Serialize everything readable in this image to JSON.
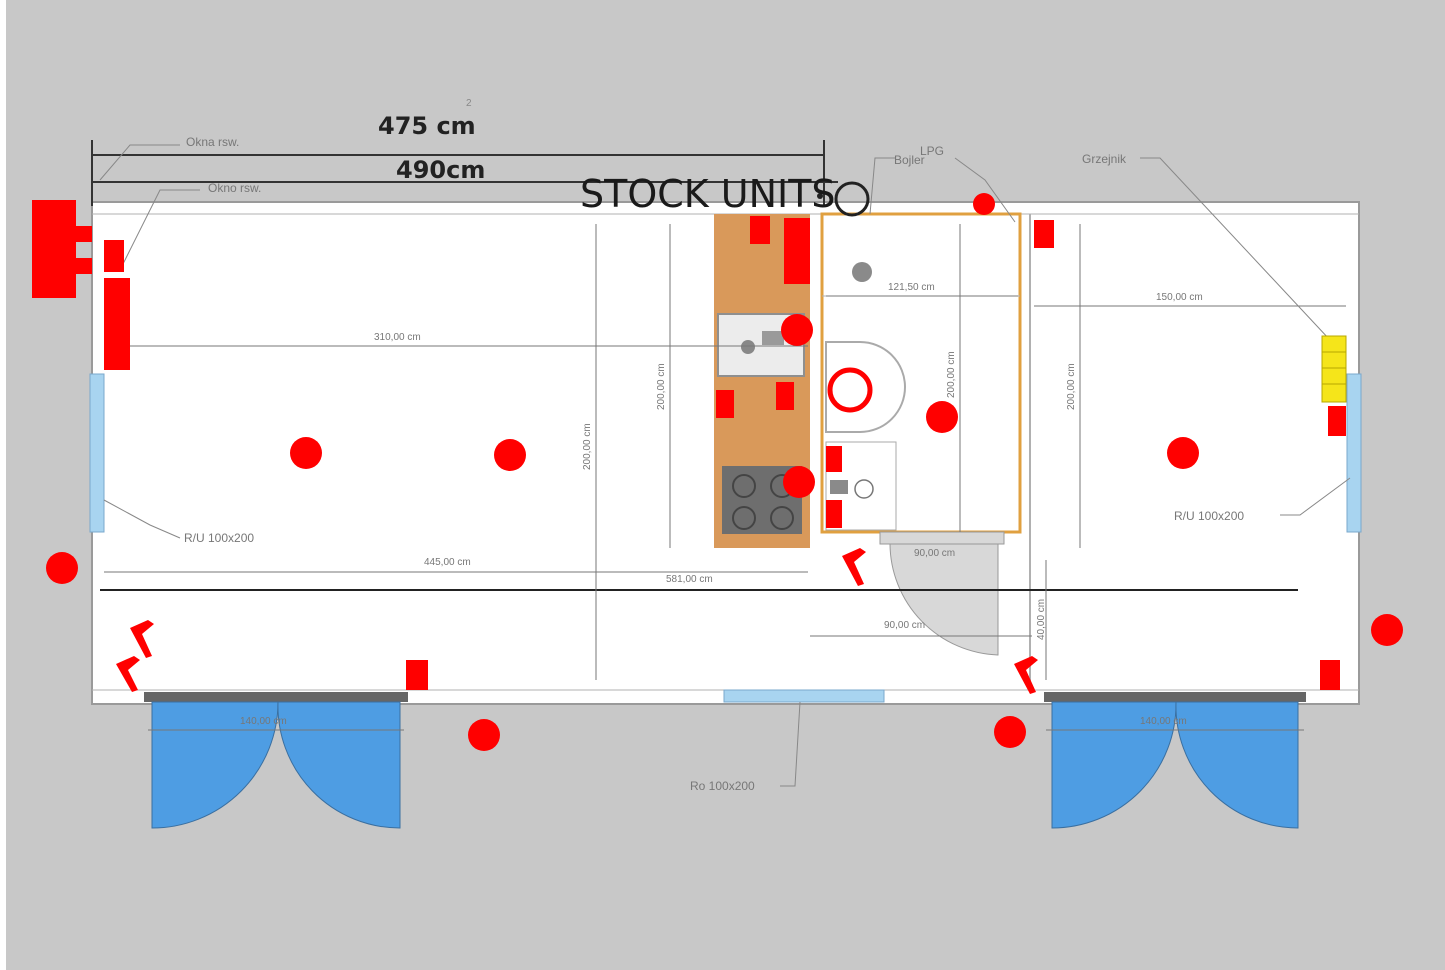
{
  "watermark": "STOCK UNITS",
  "dimensions": {
    "top_1": "475 cm",
    "top_2": "490cm",
    "superscript": "2",
    "room_length": "310,00 cm",
    "room_height": "200,00 cm",
    "total_length": "445,00 cm",
    "bath_width": "121,50 cm",
    "bath_height": "200,00 cm",
    "kitchen_height": "200,00 cm",
    "right_width": "150,00 cm",
    "right_height": "200,00 cm",
    "corridor_length": "581,00 cm",
    "door_left_width": "140,00 cm",
    "door_right_width": "140,00 cm",
    "wc_door": "90,00 cm",
    "wc_door_2": "90,00 cm",
    "side_small": "40,00 cm"
  },
  "labels": {
    "top_label_1": "Okna rsw.",
    "top_label_2": "Okno rsw.",
    "boiler": "Bojler",
    "boiler_2": "LPG",
    "grzejnik": "Grzejnik",
    "window_left": "R/U 100x200",
    "window_right": "R/U 100x200",
    "window_bottom": "Ro 100x200"
  },
  "colors": {
    "background": "#c8c8c8",
    "wall": "#ffffff",
    "fixture": "#ff0000",
    "door": "#4e9de3",
    "window": "#a8d4f0",
    "counter": "#d9995a",
    "heater": "#f5e51a",
    "bath_outline": "#e0a040"
  }
}
